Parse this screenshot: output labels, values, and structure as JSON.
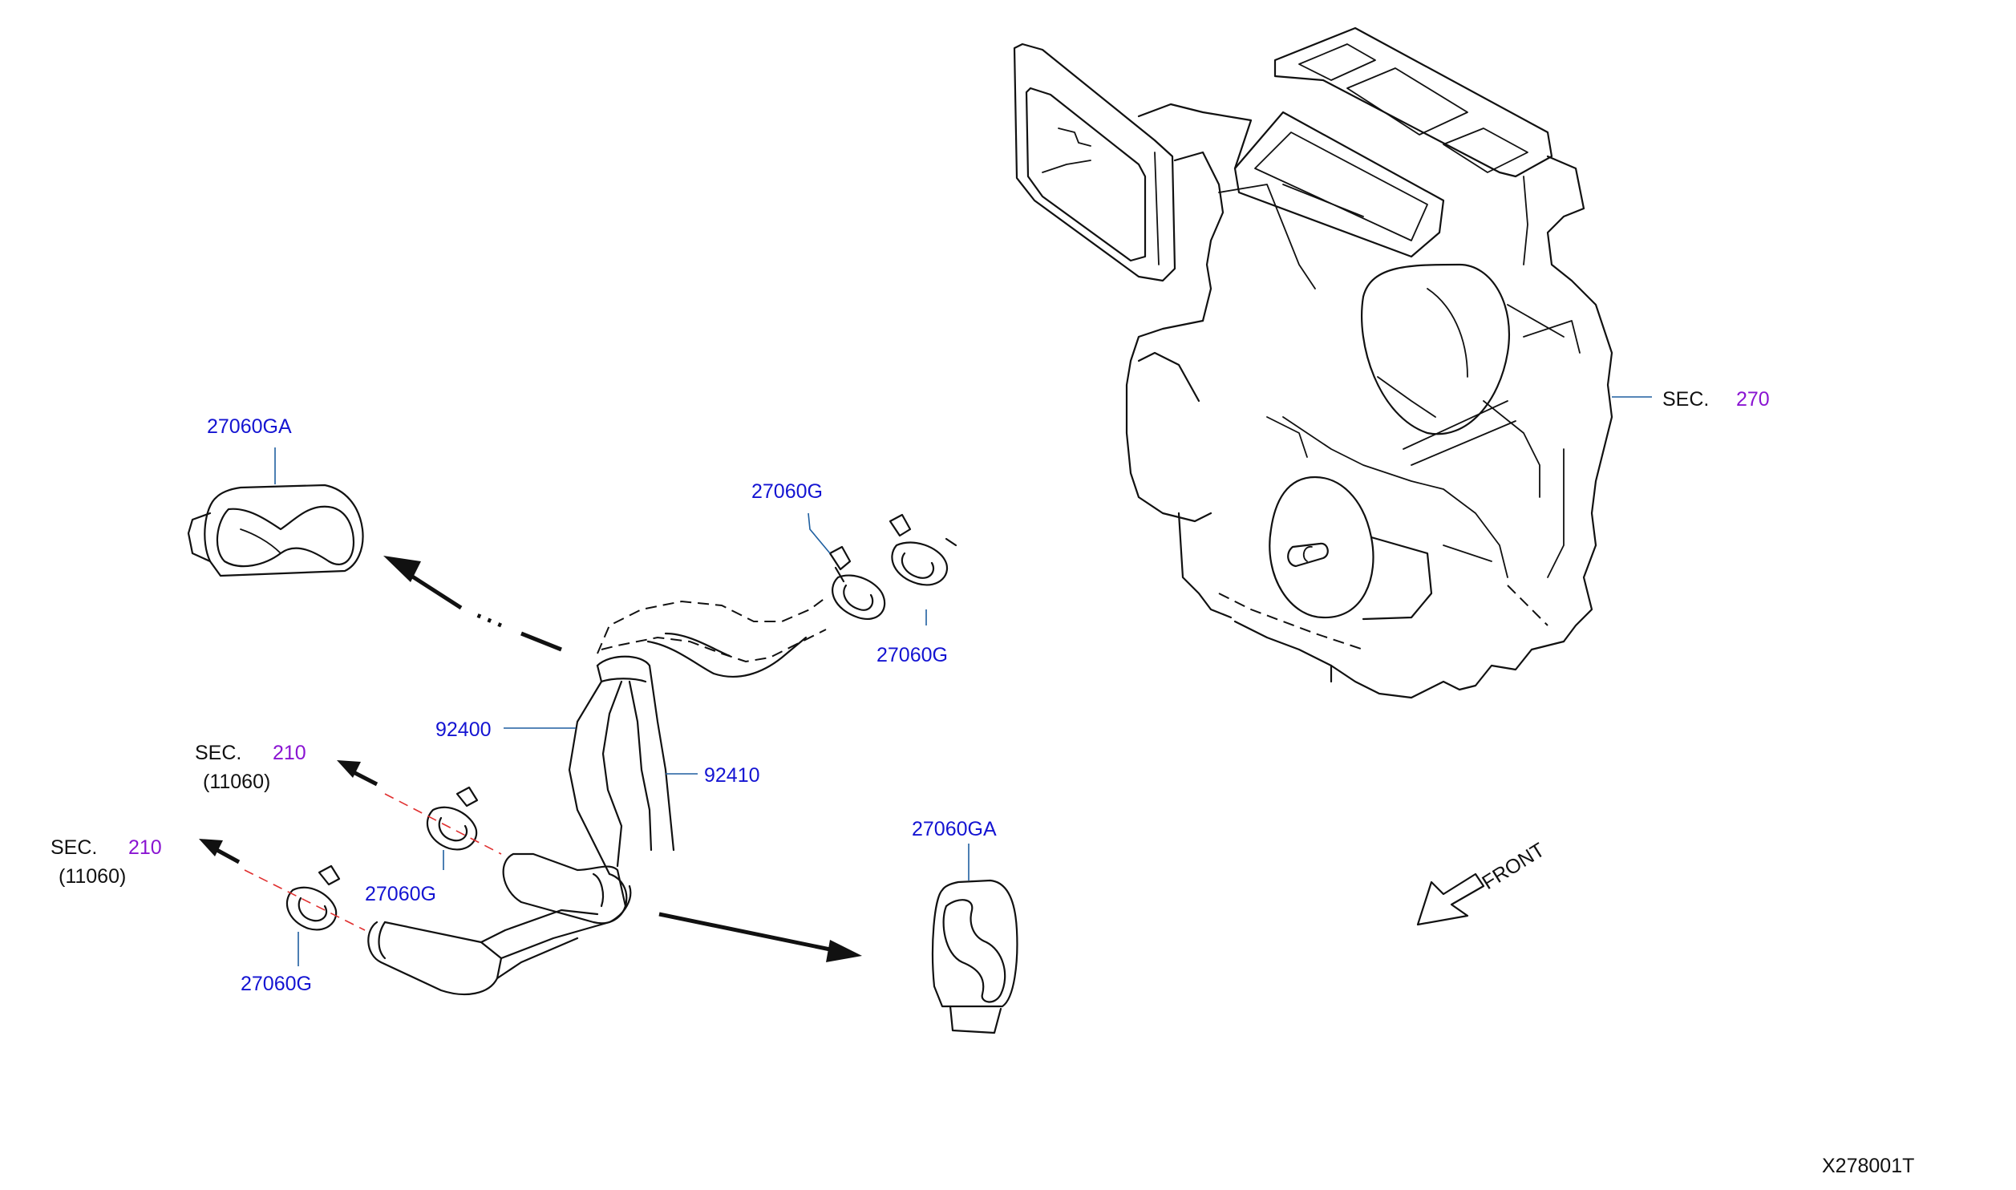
{
  "labels": {
    "sec_270": {
      "prefix": "SEC.",
      "number": "270"
    },
    "sec_210_upper": {
      "prefix": "SEC.",
      "number": "210",
      "sub": "(11060)"
    },
    "sec_210_lower": {
      "prefix": "SEC.",
      "number": "210",
      "sub": "(11060)"
    },
    "part_27060GA_top": "27060GA",
    "part_27060GA_right": "27060GA",
    "part_27060G_top_left": "27060G",
    "part_27060G_top_right": "27060G",
    "part_27060G_mid": "27060G",
    "part_27060G_bottom": "27060G",
    "part_92400": "92400",
    "part_92410": "92410",
    "front": "FRONT",
    "figure_code": "X278001T"
  },
  "colors": {
    "part_number": "#1414d2",
    "section_number": "#8a14d2",
    "leader": "#1f5fa0",
    "centerline": "#e03030",
    "drawing": "#111111"
  }
}
